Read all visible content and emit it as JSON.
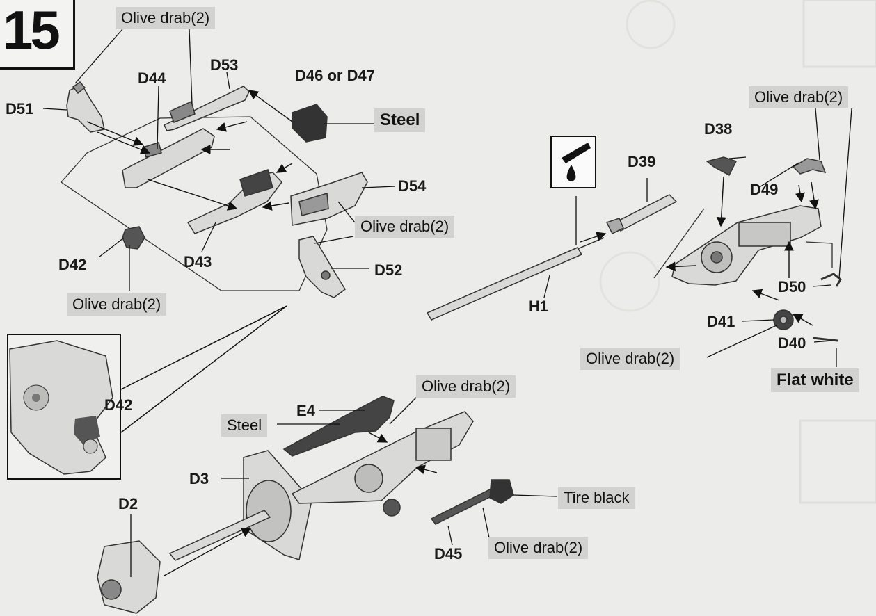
{
  "step": {
    "number": "15"
  },
  "labels": {
    "D51": "D51",
    "D44": "D44",
    "D53": "D53",
    "D46_47": "D46 or D47",
    "D54": "D54",
    "D42_top": "D42",
    "D43": "D43",
    "D52": "D52",
    "D38": "D38",
    "D39": "D39",
    "D49": "D49",
    "D50": "D50",
    "D41": "D41",
    "D40": "D40",
    "H1": "H1",
    "D42_detail": "D42",
    "E4": "E4",
    "D3": "D3",
    "D2": "D2",
    "D45": "D45"
  },
  "paint_tags": {
    "olive_top": "Olive drab(2)",
    "steel_top": "Steel",
    "olive_mid": "Olive drab(2)",
    "olive_left": "Olive drab(2)",
    "olive_right_top": "Olive drab(2)",
    "olive_right_mid": "Olive drab(2)",
    "flat_white": "Flat white",
    "olive_bottom_top": "Olive drab(2)",
    "steel_bottom": "Steel",
    "tire_black": "Tire black",
    "olive_bottom": "Olive drab(2)"
  },
  "colors": {
    "paper": "#ececea",
    "ink": "#111111",
    "tag_bg": "#d2d2d0",
    "part_fill": "#d9d9d7",
    "part_dark": "#555555"
  }
}
